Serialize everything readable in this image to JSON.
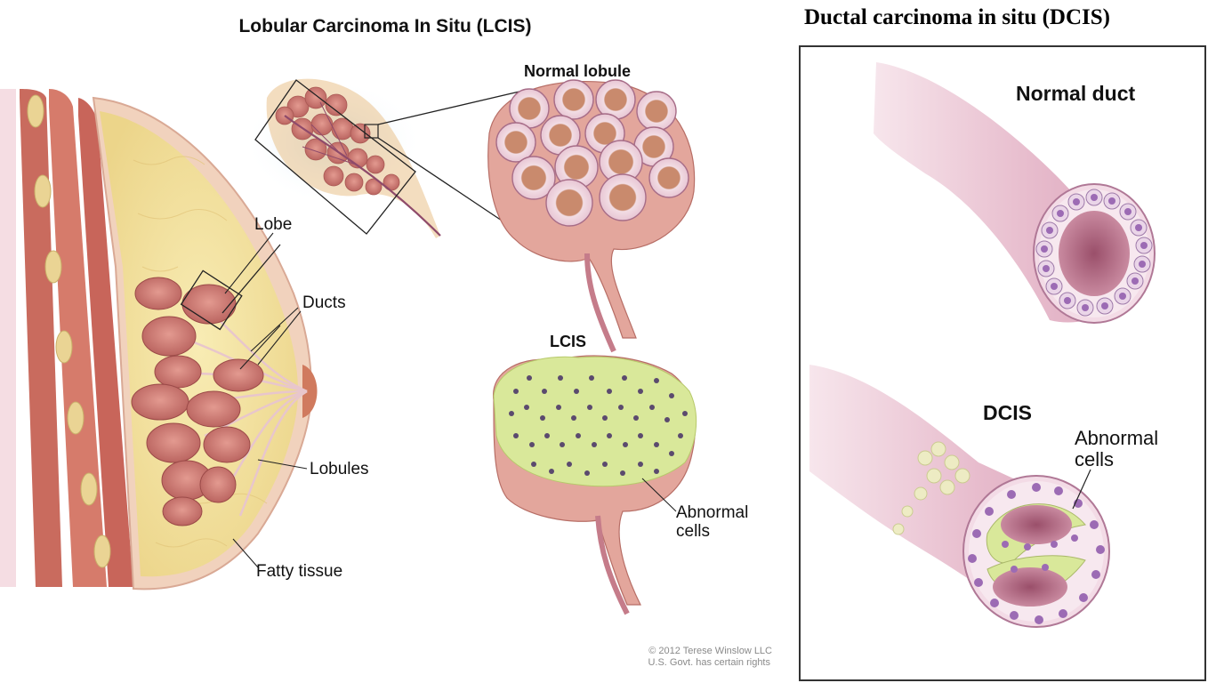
{
  "lcis_panel": {
    "title": "Lobular Carcinoma In Situ (LCIS)",
    "labels": {
      "lobe": "Lobe",
      "ducts": "Ducts",
      "lobules": "Lobules",
      "fatty_tissue": "Fatty tissue",
      "normal_lobule": "Normal lobule",
      "lcis": "LCIS",
      "abnormal_cells_line1": "Abnormal",
      "abnormal_cells_line2": "cells"
    },
    "copyright_line1": "© 2012 Terese Winslow LLC",
    "copyright_line2": "U.S. Govt. has certain rights"
  },
  "dcis_panel": {
    "title": "Ductal carcinoma in situ (DCIS)",
    "labels": {
      "normal_duct": "Normal duct",
      "dcis": "DCIS",
      "abnormal_cells_line1": "Abnormal",
      "abnormal_cells_line2": "cells"
    }
  },
  "colors": {
    "tissue_pink": "#e7b8c0",
    "lobule_red": "#c8706a",
    "fat_yellow": "#f4e3a0",
    "cell_purple": "#a673b8",
    "abnormal_green": "#d9e89a",
    "duct_pink": "#e4b3c6"
  }
}
